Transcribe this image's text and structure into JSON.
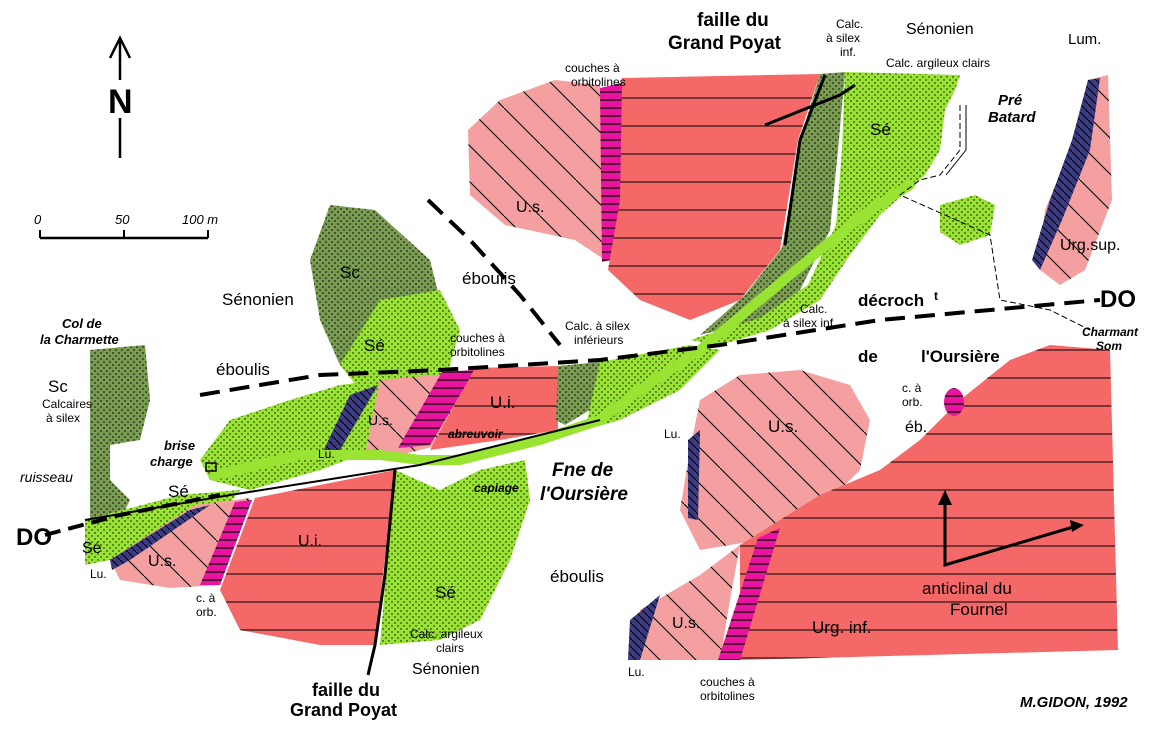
{
  "colors": {
    "upper_urgonian": "#f4a0a0",
    "lower_urgonian": "#f46868",
    "senonien_shale": "#99e333",
    "senonien_cherty": "#7a9c52",
    "lumachelle": "#3a3a86",
    "orbitolina_beds": "#e8149e",
    "river": "#99e333"
  },
  "legend": {
    "north_letter": "N",
    "scale_0": "0",
    "scale_50": "50",
    "scale_100": "100 m"
  },
  "labels": {
    "faille_grand_poyat_top_1": "faille du",
    "faille_grand_poyat_top_2": "Grand Poyat",
    "faille_grand_poyat_bot_1": "faille du",
    "faille_grand_poyat_bot_2": "Grand Poyat",
    "couches_orb_top_1": "couches à",
    "couches_orb_top_2": "orbitolines",
    "couches_orb_mid_1": "couches à",
    "couches_orb_mid_2": "orbitolines",
    "couches_orb_bot_1": "couches à",
    "couches_orb_bot_2": "orbitolines",
    "calc_silex_inf_top_1": "Calc.",
    "calc_silex_inf_top_2": "à silex",
    "calc_silex_inf_top_3": "inf.",
    "senonien_top": "Sénonien",
    "calc_arg_clairs_top": "Calc. argileux clairs",
    "lum_top": "Lum.",
    "pre_batard_1": "Pré",
    "pre_batard_2": "Batard",
    "se_top": "Sé",
    "us_top": "U.s.",
    "urg_sup": "Urg.sup.",
    "eboulis_center": "éboulis",
    "sc_upper": "Sc",
    "senonien_left": "Sénonien",
    "se_left_mid": "Sé",
    "col_charmette_1": "Col de",
    "col_charmette_2": "la Charmette",
    "sc_left": "Sc",
    "calc_silex_left_1": "Calcaires",
    "calc_silex_left_2": "à silex",
    "eboulis_left": "éboulis",
    "calc_silex_inferieurs_1": "Calc. à silex",
    "calc_silex_inferieurs_2": "inférieurs",
    "calc_silex_inf_right_1": "Calc.",
    "calc_silex_inf_right_2": "à silex inf.",
    "decroch_1": "décroch",
    "decroch_2": "t",
    "de_oursiere_1": "de",
    "de_oursiere_2": "l'Oursière",
    "do_right": "DO",
    "charmant_som_1": "Charmant",
    "charmant_som_2": "Som",
    "c_a_orb_right_1": "c. à",
    "c_a_orb_right_2": "orb.",
    "us_mid": "U.s.",
    "ui_mid": "U.i.",
    "lu_mid": "Lu.",
    "abreuvoir": "abreuvoir",
    "brise_charge_1": "brise",
    "brise_charge_2": "charge",
    "ruisseau": "ruisseau",
    "se_lower_left": "Sé",
    "do_left": "DO",
    "se_far_left": "Sé",
    "lu_far_left": "Lu.",
    "us_lower_left": "U.s.",
    "c_a_orb_left_1": "c. à",
    "c_a_orb_left_2": "orb.",
    "ui_lower": "U.i.",
    "capiage": "capiage",
    "fne_oursiere_1": "Fne de",
    "fne_oursiere_2": "l'Oursière",
    "se_lower_center": "Sé",
    "calc_arg_clairs_bot_1": "Calc. argileux",
    "calc_arg_clairs_bot_2": "clairs",
    "senonien_bottom": "Sénonien",
    "eboulis_bottom": "éboulis",
    "lu_right_mid": "Lu.",
    "us_right_mid": "U.s.",
    "eb_right": "éb.",
    "anticlinal_1": "anticlinal du",
    "anticlinal_2": "Fournel",
    "urg_inf": "Urg. inf.",
    "us_bottom_right": "U.s.",
    "lu_bottom_right": "Lu.",
    "author": "M.GIDON, 1992"
  }
}
